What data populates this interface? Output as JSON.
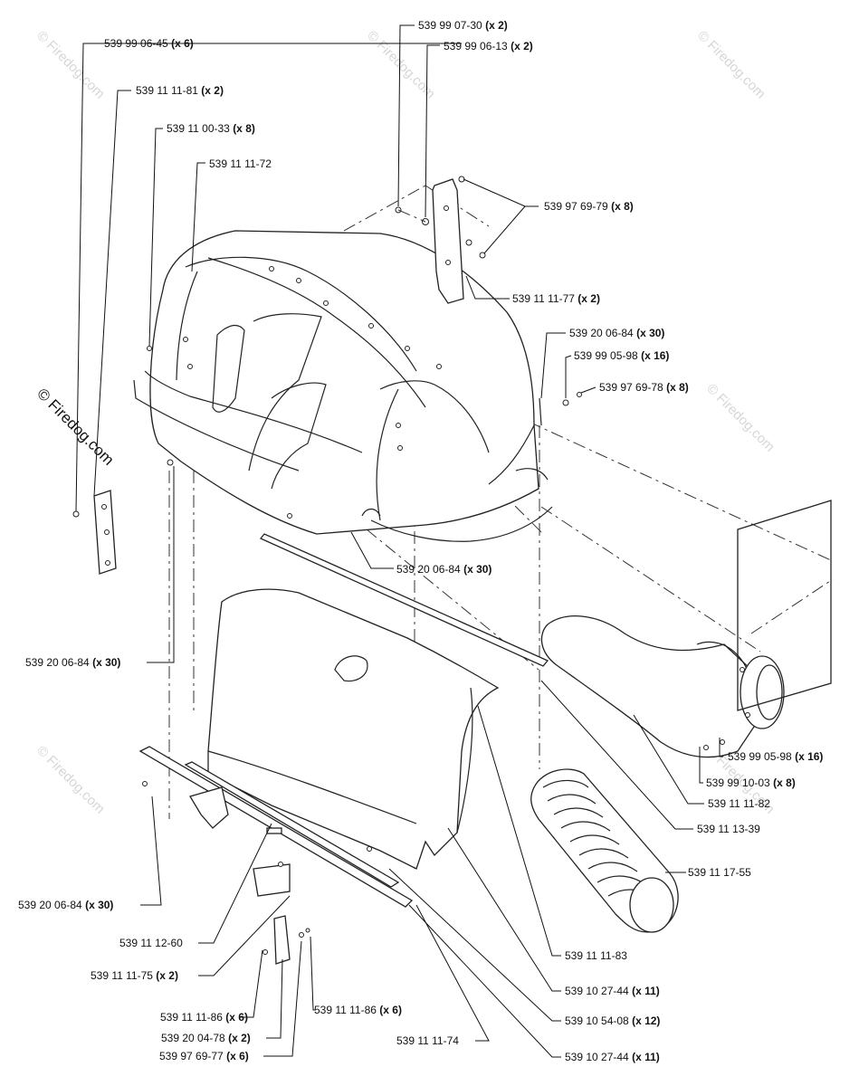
{
  "watermarks": {
    "side_text": "© Firedog.com",
    "tile_text": "© Firedog.com"
  },
  "parts": [
    {
      "id": "p1",
      "number": "539 99 06-45",
      "qty": "(x 6)"
    },
    {
      "id": "p2",
      "number": "539 11 11-81",
      "qty": "(x 2)"
    },
    {
      "id": "p3",
      "number": "539 11 00-33",
      "qty": "(x 8)"
    },
    {
      "id": "p4",
      "number": "539 11 11-72",
      "qty": ""
    },
    {
      "id": "p5",
      "number": "539 99 07-30",
      "qty": "(x 2)"
    },
    {
      "id": "p6",
      "number": "539 99 06-13",
      "qty": "(x 2)"
    },
    {
      "id": "p7",
      "number": "539 97 69-79",
      "qty": "(x 8)"
    },
    {
      "id": "p8",
      "number": "539 11 11-77",
      "qty": "(x 2)"
    },
    {
      "id": "p9",
      "number": "539 20 06-84",
      "qty": "(x 30)"
    },
    {
      "id": "p10",
      "number": "539 99 05-98",
      "qty": "(x 16)"
    },
    {
      "id": "p11",
      "number": "539 97 69-78",
      "qty": "(x 8)"
    },
    {
      "id": "p12",
      "number": "539 20 06-84",
      "qty": "(x 30)"
    },
    {
      "id": "p13",
      "number": "539 20 06-84",
      "qty": "(x 30)"
    },
    {
      "id": "p14",
      "number": "539 99 05-98",
      "qty": "(x 16)"
    },
    {
      "id": "p15",
      "number": "539 99 10-03",
      "qty": "(x 8)"
    },
    {
      "id": "p16",
      "number": "539 11 11-82",
      "qty": ""
    },
    {
      "id": "p17",
      "number": "539 11 13-39",
      "qty": ""
    },
    {
      "id": "p18",
      "number": "539 11 17-55",
      "qty": ""
    },
    {
      "id": "p19",
      "number": "539 20 06-84",
      "qty": "(x 30)"
    },
    {
      "id": "p20",
      "number": "539 11 12-60",
      "qty": ""
    },
    {
      "id": "p21",
      "number": "539 11 11-83",
      "qty": ""
    },
    {
      "id": "p22",
      "number": "539 11 11-75",
      "qty": "(x 2)"
    },
    {
      "id": "p23",
      "number": "539 10 27-44",
      "qty": "(x 11)"
    },
    {
      "id": "p24",
      "number": "539 11 11-86",
      "qty": "(x 6)"
    },
    {
      "id": "p25",
      "number": "539 11 11-86",
      "qty": "(x 6)"
    },
    {
      "id": "p26",
      "number": "539 10 54-08",
      "qty": "(x 12)"
    },
    {
      "id": "p27",
      "number": "539 20 04-78",
      "qty": "(x 2)"
    },
    {
      "id": "p28",
      "number": "539 11 11-74",
      "qty": ""
    },
    {
      "id": "p29",
      "number": "539 97 69-77",
      "qty": "(x 6)"
    },
    {
      "id": "p30",
      "number": "539 10 27-44",
      "qty": "(x 11)"
    }
  ]
}
